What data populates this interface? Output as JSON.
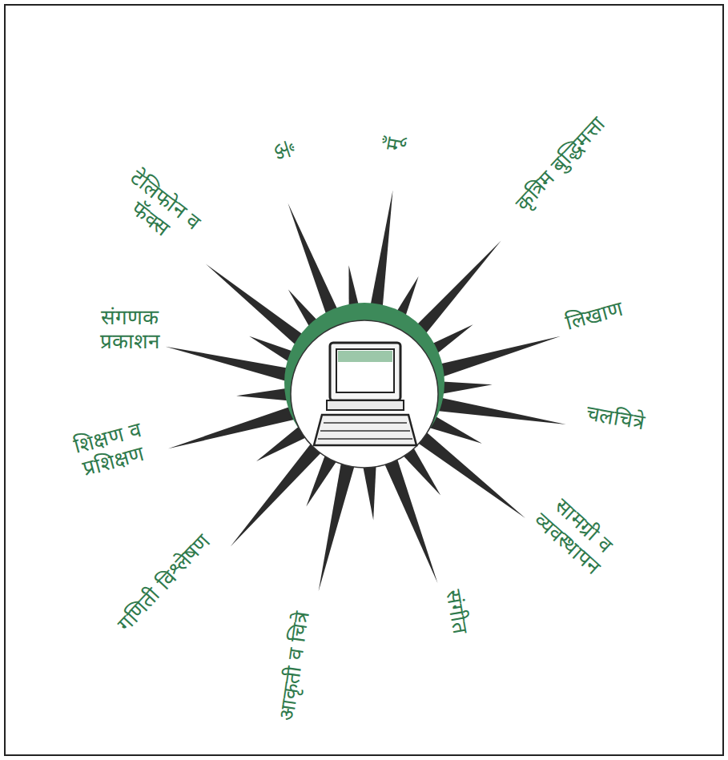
{
  "diagram": {
    "labels": [
      "टेलिफोन व फॅक्स",
      "ऊँ",
      "मूँ",
      "कृत्रिम बुद्धिमत्ता",
      "लिखाण",
      "चलचित्रे",
      "सामग्री व व्यवस्थापन",
      "संगीत",
      "आकृती व चित्रे",
      "गणिती विश्लेषण",
      "शिक्षण व प्रशिक्षण",
      "संगणक प्रकाशन"
    ]
  }
}
